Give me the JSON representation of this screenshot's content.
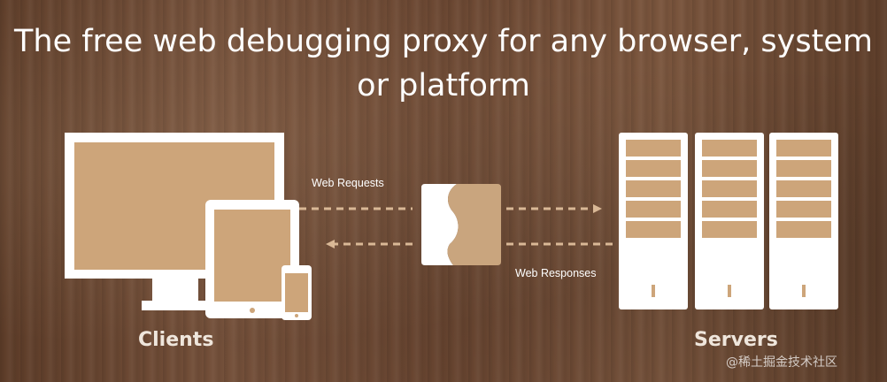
{
  "headline": {
    "line1": "The free web debugging proxy for any browser, system",
    "line2": "or platform"
  },
  "labels": {
    "web_requests": "Web Requests",
    "web_responses": "Web Responses",
    "clients": "Clients",
    "servers": "Servers"
  },
  "watermark": "@稀土掘金技术社区",
  "colors": {
    "device_frame": "#ffffff",
    "device_screen": "#cda57a",
    "arrow": "#d9b896",
    "proxy_tan": "#c9a57e"
  },
  "icons": {
    "clients": [
      "desktop-monitor-icon",
      "tablet-icon",
      "phone-icon"
    ],
    "proxy": "proxy-icon",
    "servers": [
      "server-rack-icon",
      "server-rack-icon",
      "server-rack-icon"
    ]
  }
}
